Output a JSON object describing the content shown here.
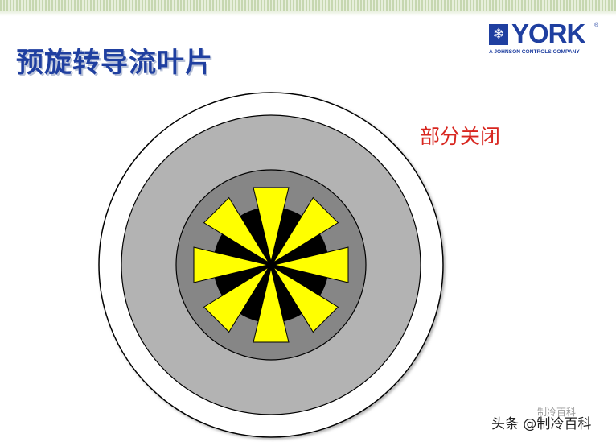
{
  "slide": {
    "title": "预旋转导流叶片",
    "state_label": "部分关闭"
  },
  "logo": {
    "wordmark": "YORK",
    "registered": "®",
    "tagline": "A JOHNSON CONTROLS COMPANY",
    "icon": "snowflake-icon",
    "icon_glyph": "❄"
  },
  "footer": {
    "faint_text": "制冷百科",
    "credit": "头条 @制冷百科"
  },
  "diagram": {
    "vane_count": 8,
    "colors": {
      "outer_ring": "#ffffff",
      "housing": "#b3b3b3",
      "inner_disk": "#868686",
      "hub": "#000000",
      "vanes": "#ffff00",
      "title": "#1f3fa0",
      "label": "#d8261f"
    }
  }
}
